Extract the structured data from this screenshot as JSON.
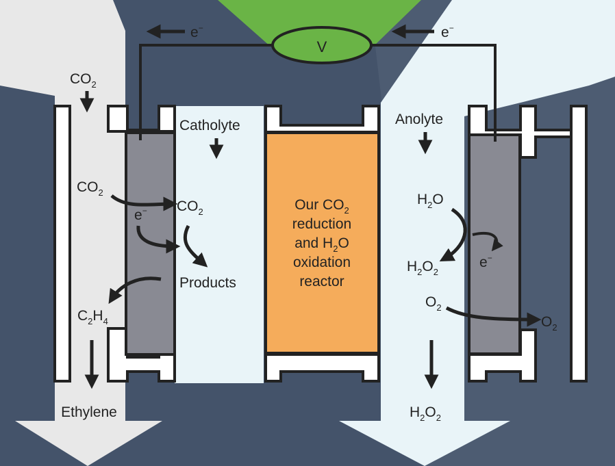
{
  "voltmeter": {
    "label": "V"
  },
  "electron_flow": {
    "left": "e",
    "right": "e",
    "charge": "−"
  },
  "cathode_side": {
    "co2_inlet": {
      "main": "CO",
      "sub": "2"
    },
    "co2_gas": {
      "main": "CO",
      "sub": "2"
    },
    "co2_liquid": {
      "main": "CO",
      "sub": "2"
    },
    "electron": "e",
    "products": "Products",
    "c2h4": {
      "c": "C",
      "c_sub": "2",
      "h": "H",
      "h_sub": "4"
    },
    "electrolyte": "Catholyte",
    "output": "Ethylene"
  },
  "center": {
    "line1": "Our CO",
    "line1_sub": "2",
    "line2": "reduction",
    "line3_a": "and H",
    "line3_sub": "2",
    "line3_b": "O",
    "line4": "oxidation",
    "line5": "reactor"
  },
  "anode_side": {
    "electrolyte": "Anolyte",
    "h2o": {
      "h": "H",
      "h_sub": "2",
      "o": "O"
    },
    "h2o2": {
      "h": "H",
      "h_sub": "2",
      "o": "O",
      "o_sub": "2"
    },
    "electron": "e",
    "o2_in": {
      "main": "O",
      "sub": "2"
    },
    "o2_out": {
      "main": "O",
      "sub": "2"
    },
    "output": {
      "h": "H",
      "h_sub": "2",
      "o": "O",
      "o_sub": "2"
    }
  },
  "colors": {
    "background": "#44536a",
    "background_light": "#4d5c72",
    "gas_flow": "#e8e8e8",
    "liquid_flow": "#e9f4f8",
    "electrode": "#898a93",
    "reactor": "#f5ac5b",
    "voltmeter": "#6ab446",
    "frame": "#222222"
  }
}
